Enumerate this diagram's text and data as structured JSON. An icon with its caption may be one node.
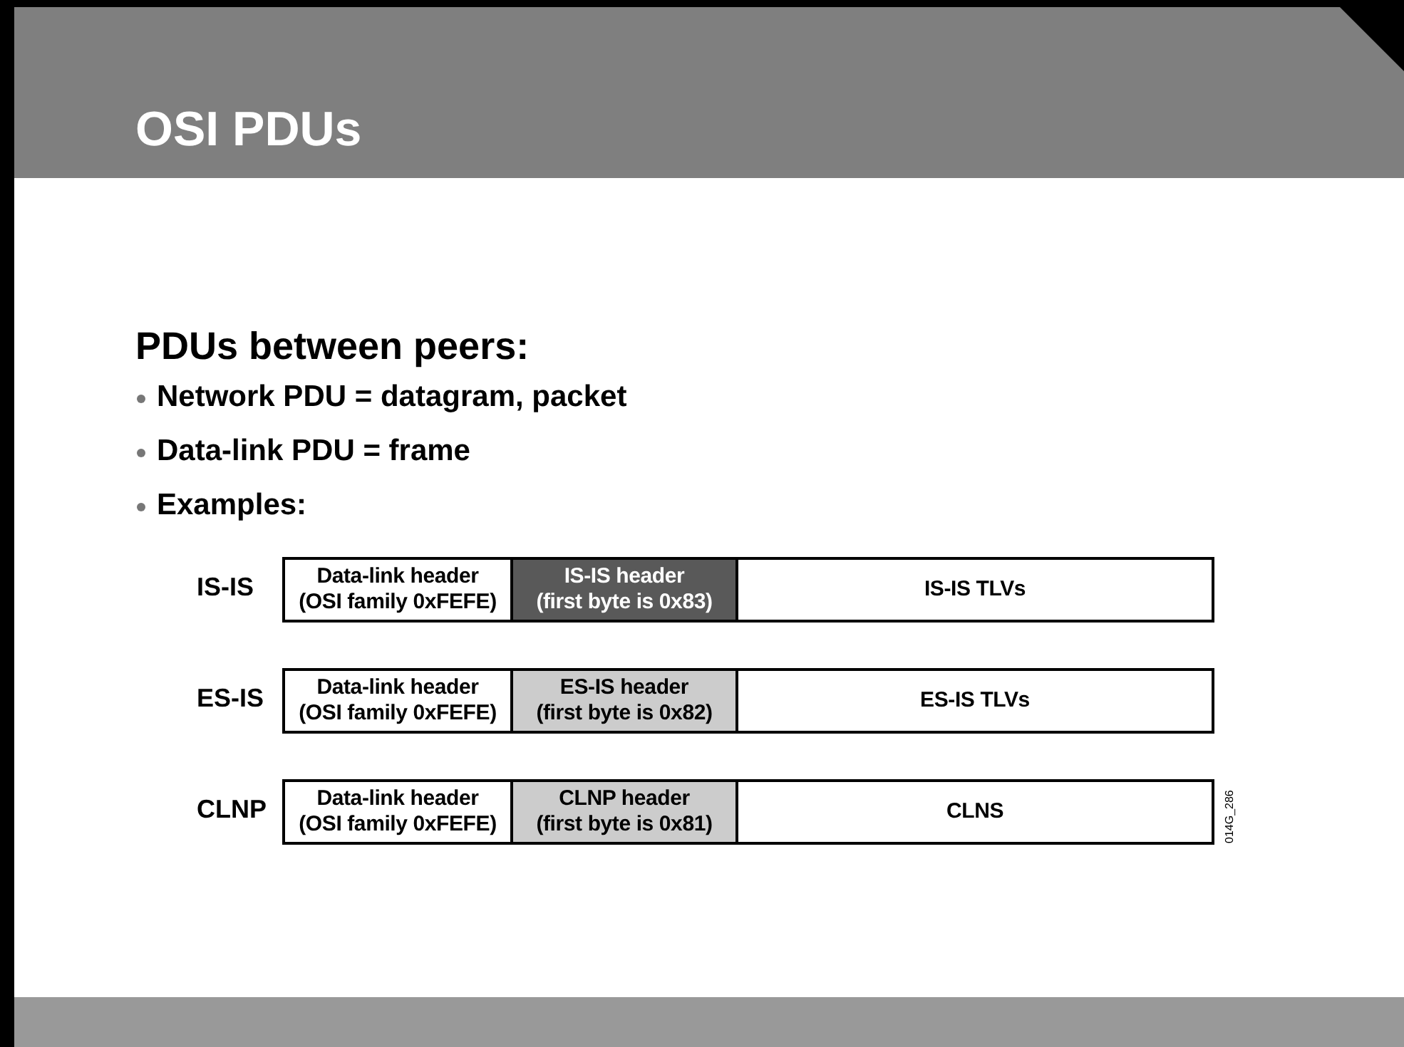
{
  "diagram": {
    "title": "OSI PDUs",
    "nodes": [
      {
        "text": [
          "Data-link header (OSI family 0xFEFE)"
        ]
      },
      {
        "text": [
          "IS-IS header (first byte is 0x83)"
        ]
      },
      {
        "text": [
          "IS-IS TLVs"
        ]
      },
      {
        "text": [
          "Data-link header (OSI family 0xFEFE)"
        ]
      },
      {
        "text": [
          "ES-IS header (first byte is 0x82)"
        ]
      },
      {
        "text": [
          "ES-IS TLVs"
        ]
      },
      {
        "text": [
          "Data-link header (OSI family 0xFEFE)"
        ]
      },
      {
        "text": [
          "CLNP header (first byte is 0x81)"
        ]
      },
      {
        "text": [
          "CLNS"
        ]
      }
    ],
    "edges": [],
    "labels": [
      "PDUs between peers:",
      "Network PDU = datagram, packet",
      "Data-link PDU = frame",
      "Examples:",
      "IS-IS",
      "ES-IS",
      "CLNP",
      "014G_286"
    ]
  }
}
